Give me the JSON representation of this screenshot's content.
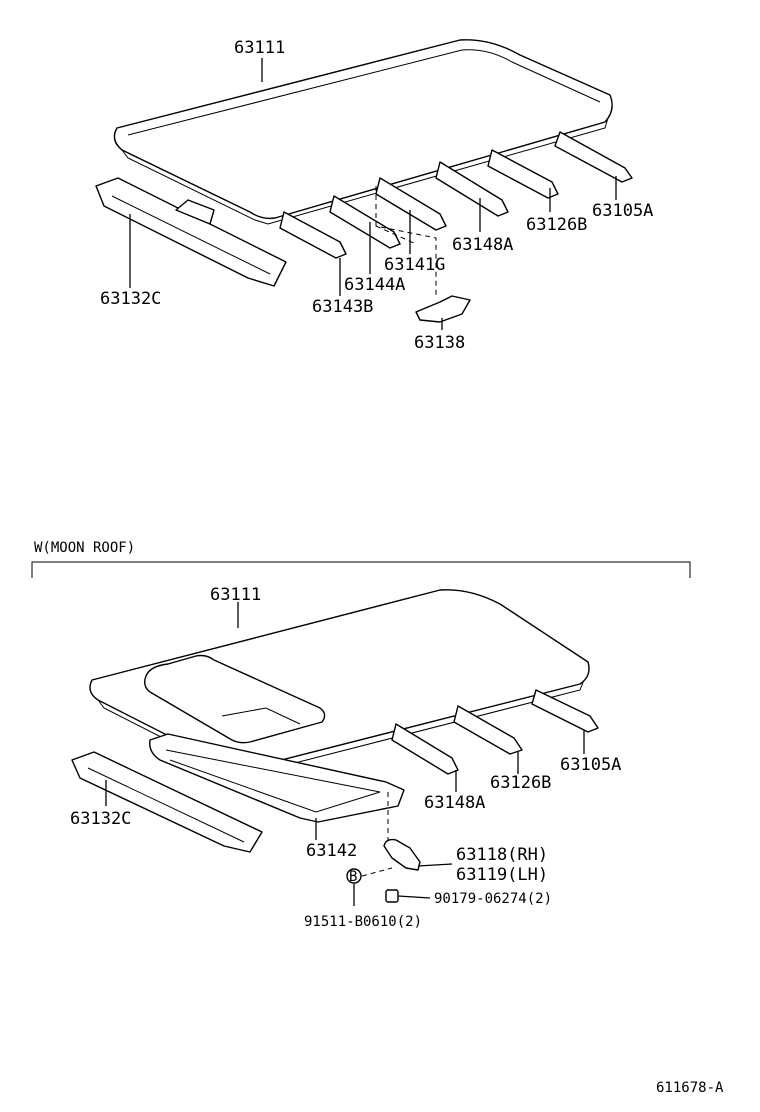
{
  "top_section": {
    "labels": {
      "roof_panel": "63111",
      "front_header": "63132C",
      "bow_a": "63143B",
      "bow_b": "63144A",
      "bow_c": "63141G",
      "bow_d": "63148A",
      "bow_e": "63126B",
      "rear_header": "63105A",
      "bracket": "63138"
    }
  },
  "moon_roof_section": {
    "title": "W(MOON ROOF)",
    "labels": {
      "roof_panel": "63111",
      "front_header": "63132C",
      "housing": "63142",
      "bow_d": "63148A",
      "bow_e": "63126B",
      "rear_header": "63105A",
      "bracket_rh": "63118(RH)",
      "bracket_lh": "63119(LH)",
      "nut": "90179-06274(2)",
      "bolt": "91511-B0610(2)",
      "bolt_symbol": "B"
    }
  },
  "figure_id": "611678-A"
}
